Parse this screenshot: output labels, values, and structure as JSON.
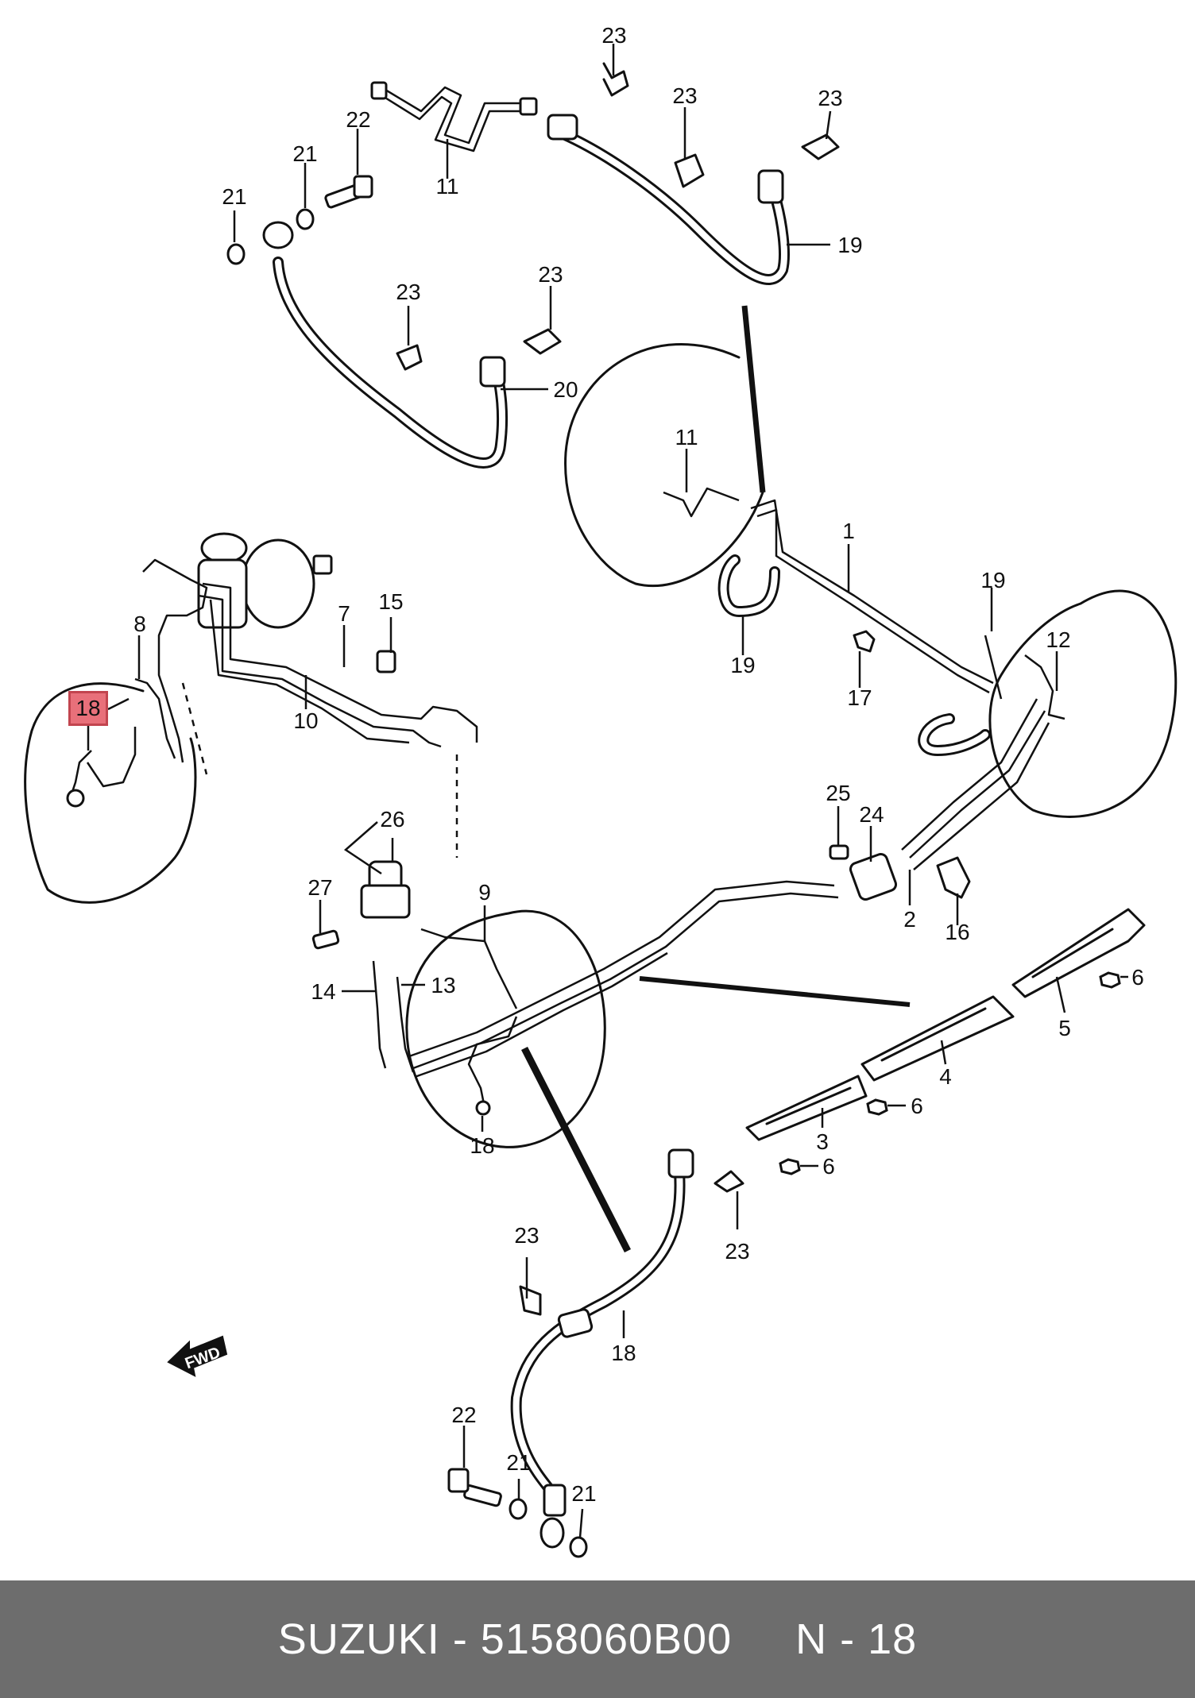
{
  "callouts": {
    "c23a": "23",
    "c23b": "23",
    "c23c": "23",
    "c23d": "23",
    "c23e": "23",
    "c23f": "23",
    "c23g": "23",
    "c22a": "22",
    "c22b": "22",
    "c21a": "21",
    "c21b": "21",
    "c21c": "21",
    "c21d": "21",
    "c11a": "11",
    "c11b": "11",
    "c19a": "19",
    "c19b": "19",
    "c19c": "19",
    "c20": "20",
    "c1": "1",
    "c12": "12",
    "c17": "17",
    "c8": "8",
    "c7": "7",
    "c15": "15",
    "c10": "10",
    "c18_highlight": "18",
    "c18b": "18",
    "c18c": "18",
    "c25": "25",
    "c24": "24",
    "c26": "26",
    "c27": "27",
    "c9": "9",
    "c14": "14",
    "c13": "13",
    "c2": "2",
    "c16": "16",
    "c6a": "6",
    "c6b": "6",
    "c6c": "6",
    "c5": "5",
    "c4": "4",
    "c3": "3"
  },
  "fwd_label": "FWD",
  "highlight_color": "#e8707a",
  "footer": {
    "text": "SUZUKI - 5158060B00     N - 18",
    "background": "#6d6d6d"
  }
}
